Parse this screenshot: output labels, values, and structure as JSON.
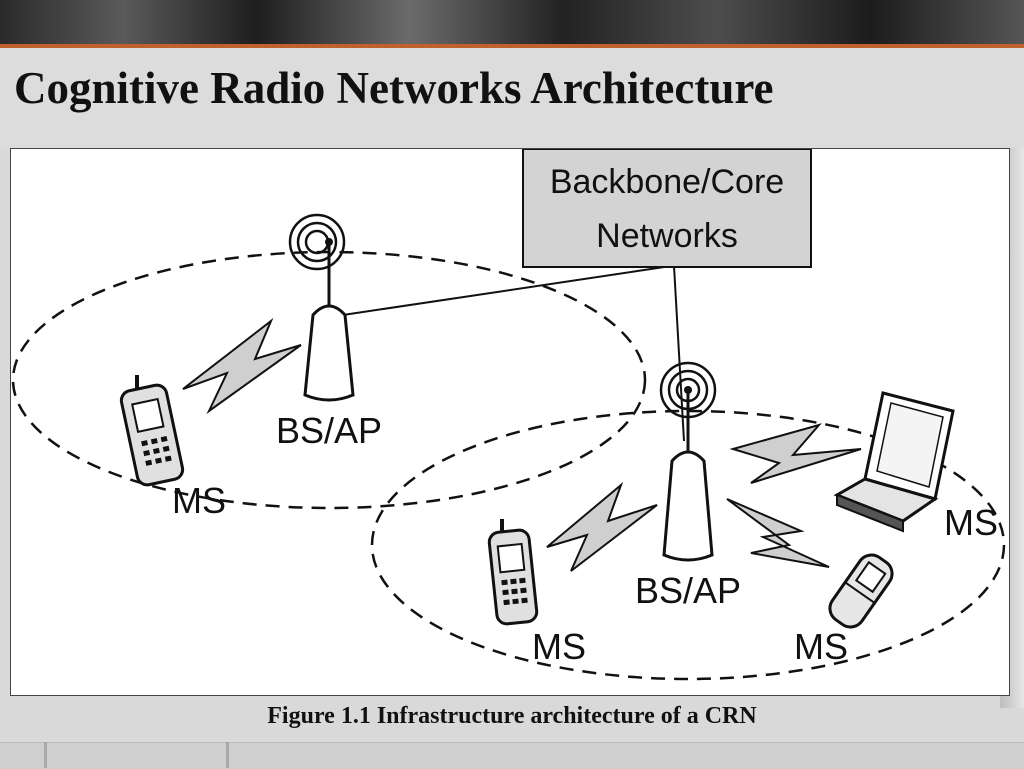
{
  "slide": {
    "title": "Cognitive Radio Networks Architecture",
    "caption": "Figure 1.1 Infrastructure architecture of a CRN"
  },
  "diagram": {
    "core_network": {
      "line1": "Backbone/Core",
      "line2": "Networks"
    },
    "base_stations": [
      {
        "label": "BS/AP"
      },
      {
        "label": "BS/AP"
      }
    ],
    "mobile_stations": [
      {
        "label": "MS",
        "device": "cell-phone"
      },
      {
        "label": "MS",
        "device": "cell-phone"
      },
      {
        "label": "MS",
        "device": "laptop"
      },
      {
        "label": "MS",
        "device": "flip-phone"
      }
    ]
  }
}
